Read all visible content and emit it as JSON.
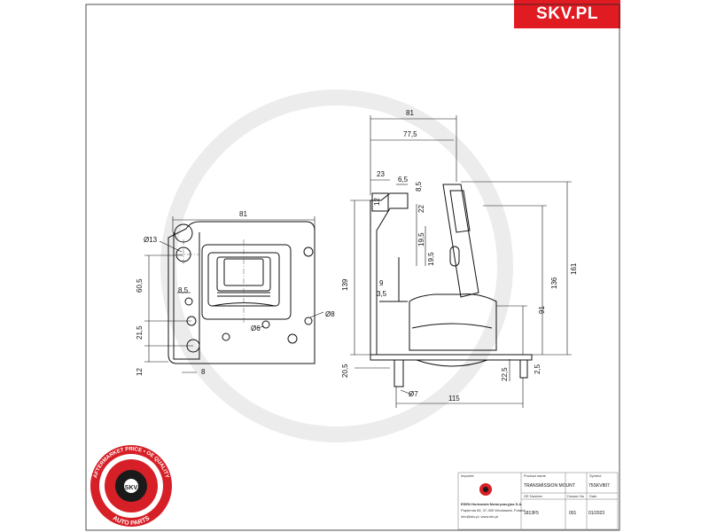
{
  "brand": {
    "name": "SKV.PL",
    "color": "#e11b22"
  },
  "front_view": {
    "dims": {
      "width": "81",
      "hole_diameter": "Ø13",
      "height_upper": "60,5",
      "offset_small": "8,5",
      "height_mid": "21,5",
      "height_low": "12",
      "offset_bottom": "8",
      "hole_small": "Ø6",
      "hole_right": "Ø8"
    }
  },
  "side_view": {
    "dims": {
      "overall_width": "81",
      "width_inner": "77,5",
      "bracket_width": "23",
      "slot_width": "6,5",
      "slot_len": "8,5",
      "slot_h": "12",
      "upper_slot": "22",
      "slot_pitch_1": "19,5",
      "slot_pitch_2": "19,5",
      "gap_9": "9",
      "gap_3_5": "3,5",
      "left_height": "139",
      "height_136": "136",
      "height_161": "161",
      "height_91": "91",
      "stud_height": "20,5",
      "stud_right": "22,5",
      "thread_right": "2,5",
      "stud_diameter": "Ø7",
      "base_width": "115"
    }
  },
  "seal": {
    "ring_text": "AFTERMARKET PRICE • OE QUALITY",
    "bottom_text": "AUTO PARTS",
    "center_text": "SKV"
  },
  "title_block": {
    "producer_label": "Importer",
    "product_label": "Product name",
    "product_value": "TRANSMISSION MOUNT",
    "number_label": "Symbol",
    "number_value": "75SKV807",
    "oe_label": "OE Number",
    "oe_value": "1813F5",
    "drawing_label": "Drawer No",
    "drawing_value": "001",
    "date_label": "Date",
    "date_value": "01/2023",
    "company_line1": "ESEN Hurtownia Motoryzacyjna S.A.",
    "company_line2": "Papiernia 65, 37-300 Wrocławek, Poland",
    "company_line3": "info@skv.pl, www.skv.pl"
  }
}
